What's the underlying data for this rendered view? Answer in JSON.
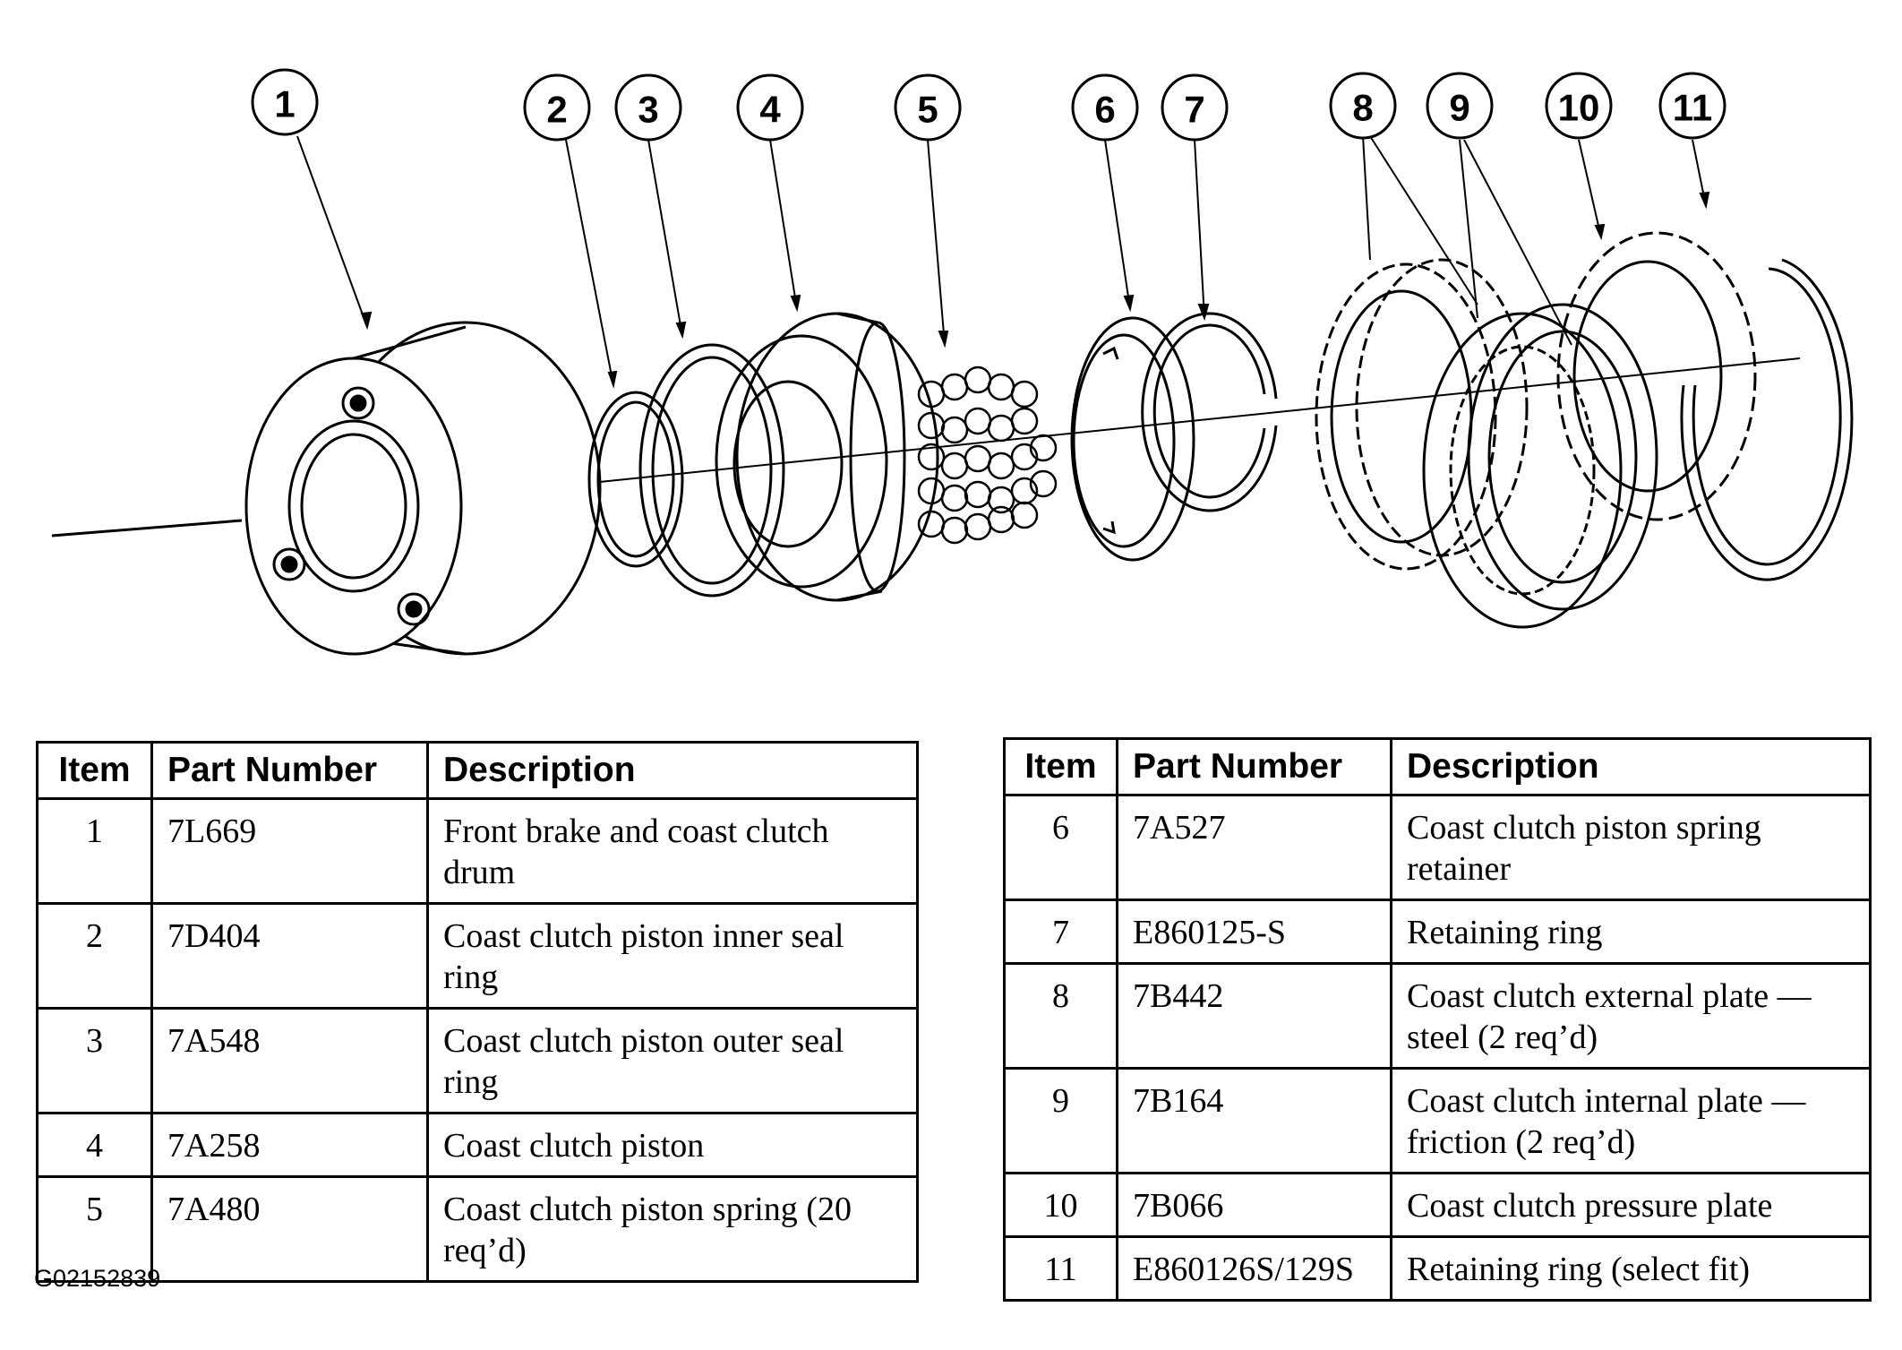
{
  "diagram": {
    "callouts": [
      "1",
      "2",
      "3",
      "4",
      "5",
      "6",
      "7",
      "8",
      "9",
      "10",
      "11"
    ]
  },
  "tables": [
    {
      "headers": {
        "item": "Item",
        "part_number": "Part Number",
        "description": "Description"
      },
      "rows": [
        {
          "item": "1",
          "part_number": "7L669",
          "description": "Front brake and coast clutch drum"
        },
        {
          "item": "2",
          "part_number": "7D404",
          "description": "Coast clutch piston inner seal ring"
        },
        {
          "item": "3",
          "part_number": "7A548",
          "description": "Coast clutch piston outer seal ring"
        },
        {
          "item": "4",
          "part_number": "7A258",
          "description": "Coast clutch piston"
        },
        {
          "item": "5",
          "part_number": "7A480",
          "description": "Coast clutch piston spring (20 req’d)"
        }
      ]
    },
    {
      "headers": {
        "item": "Item",
        "part_number": "Part Number",
        "description": "Description"
      },
      "rows": [
        {
          "item": "6",
          "part_number": "7A527",
          "description": "Coast clutch piston spring retainer"
        },
        {
          "item": "7",
          "part_number": "E860125-S",
          "description": "Retaining ring"
        },
        {
          "item": "8",
          "part_number": "7B442",
          "description": "Coast clutch external plate — steel (2 req’d)"
        },
        {
          "item": "9",
          "part_number": "7B164",
          "description": "Coast clutch internal plate — friction (2 req’d)"
        },
        {
          "item": "10",
          "part_number": "7B066",
          "description": "Coast clutch pressure plate"
        },
        {
          "item": "11",
          "part_number": "E860126S/129S",
          "description": "Retaining ring (select fit)"
        }
      ]
    }
  ],
  "figure_id": "G02152839"
}
